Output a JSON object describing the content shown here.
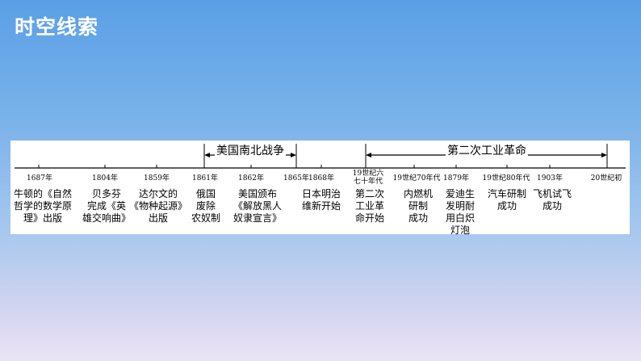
{
  "title": "时空线索",
  "periods": [
    {
      "label": "美国南北战争"
    },
    {
      "label": "第二次工业革命"
    }
  ],
  "years": [
    "1687年",
    "1804年",
    "1859年",
    "1861年",
    "1862年",
    "1865年",
    "1868年",
    "19世纪六七十年代",
    "19世纪70年代",
    "1879年",
    "19世纪80年代",
    "1903年",
    "20世纪初"
  ],
  "events": [
    "牛顿的《自然\n哲学的数学原\n理》出版",
    "贝多芬\n完成《英\n雄交响曲》",
    "达尔文的\n《物种起源》\n出版",
    "俄国\n废除\n农奴制",
    "美国颁布\n《解放黑人\n奴隶宣言》",
    "日本明治\n维新开始",
    "第二次\n工业革\n命开始",
    "内燃机\n研制\n成功",
    "爱迪生\n发明耐\n用白炽\n灯泡",
    "汽车研制\n成功",
    "飞机试飞\n成功"
  ],
  "colors": {
    "text": "#000000",
    "panel": "#ffffff",
    "title": "#ffffff"
  }
}
